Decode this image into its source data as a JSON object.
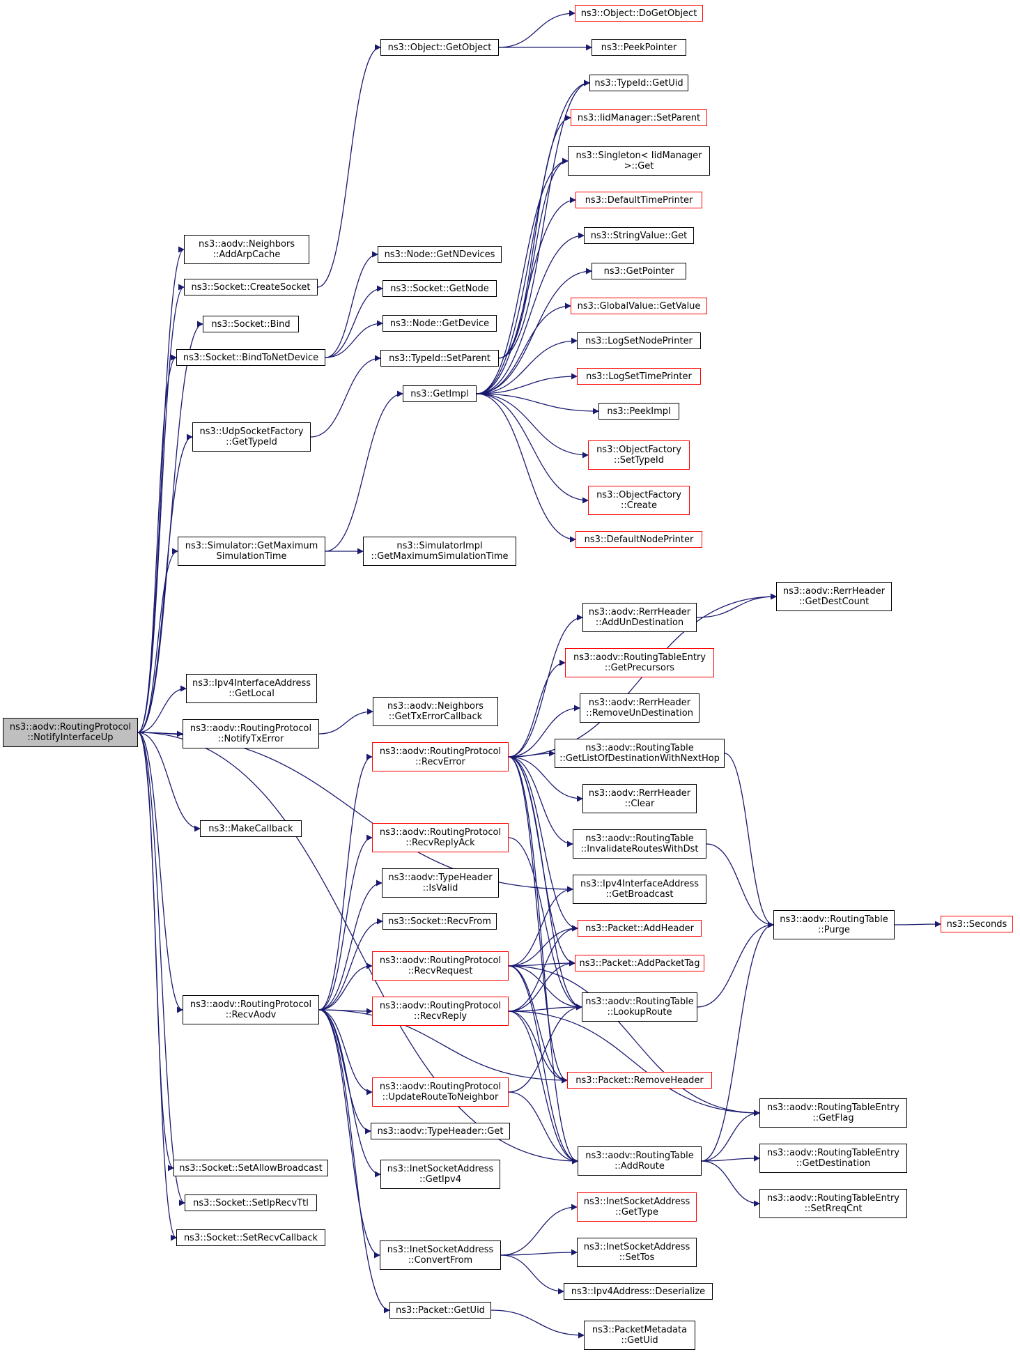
{
  "graph": {
    "colors": {
      "edge": "#191970",
      "default_border": "#000000",
      "truncated_border": "#ff0000",
      "root_fill": "#bfbfbf"
    },
    "nodes": [
      {
        "id": "root",
        "lines": [
          "ns3::aodv::RoutingProtocol",
          "::NotifyInterfaceUp"
        ],
        "style": "root"
      },
      {
        "id": "addarpcache",
        "lines": [
          "ns3::aodv::Neighbors",
          "::AddArpCache"
        ],
        "style": "black"
      },
      {
        "id": "createsocket",
        "lines": [
          "ns3::Socket::CreateSocket"
        ],
        "style": "black"
      },
      {
        "id": "bind",
        "lines": [
          "ns3::Socket::Bind"
        ],
        "style": "black"
      },
      {
        "id": "bindtonetdevice",
        "lines": [
          "ns3::Socket::BindToNetDevice"
        ],
        "style": "black"
      },
      {
        "id": "udpsocketfactory",
        "lines": [
          "ns3::UdpSocketFactory",
          "::GetTypeId"
        ],
        "style": "black"
      },
      {
        "id": "simgetmax",
        "lines": [
          "ns3::Simulator::GetMaximum",
          "SimulationTime"
        ],
        "style": "black"
      },
      {
        "id": "getlocal",
        "lines": [
          "ns3::Ipv4InterfaceAddress",
          "::GetLocal"
        ],
        "style": "black"
      },
      {
        "id": "notifytxerror",
        "lines": [
          "ns3::aodv::RoutingProtocol",
          "::NotifyTxError"
        ],
        "style": "black"
      },
      {
        "id": "makecallback",
        "lines": [
          "ns3::MakeCallback"
        ],
        "style": "black"
      },
      {
        "id": "recvaodv",
        "lines": [
          "ns3::aodv::RoutingProtocol",
          "::RecvAodv"
        ],
        "style": "black"
      },
      {
        "id": "setallowbroadcast",
        "lines": [
          "ns3::Socket::SetAllowBroadcast"
        ],
        "style": "black"
      },
      {
        "id": "setiprecvttl",
        "lines": [
          "ns3::Socket::SetIpRecvTtl"
        ],
        "style": "black"
      },
      {
        "id": "setrecvcallback",
        "lines": [
          "ns3::Socket::SetRecvCallback"
        ],
        "style": "black"
      },
      {
        "id": "objgetobject",
        "lines": [
          "ns3::Object::GetObject"
        ],
        "style": "black"
      },
      {
        "id": "dogetobject",
        "lines": [
          "ns3::Object::DoGetObject"
        ],
        "style": "red"
      },
      {
        "id": "peekpointer",
        "lines": [
          "ns3::PeekPointer"
        ],
        "style": "black"
      },
      {
        "id": "nodegetndevices",
        "lines": [
          "ns3::Node::GetNDevices"
        ],
        "style": "black"
      },
      {
        "id": "socketgetnode",
        "lines": [
          "ns3::Socket::GetNode"
        ],
        "style": "black"
      },
      {
        "id": "nodegetdevice",
        "lines": [
          "ns3::Node::GetDevice"
        ],
        "style": "black"
      },
      {
        "id": "typeidsetparent",
        "lines": [
          "ns3::TypeId::SetParent"
        ],
        "style": "black"
      },
      {
        "id": "getimpl",
        "lines": [
          "ns3::GetImpl"
        ],
        "style": "black"
      },
      {
        "id": "typeidgetuid",
        "lines": [
          "ns3::TypeId::GetUid"
        ],
        "style": "black"
      },
      {
        "id": "iidsetparent",
        "lines": [
          "ns3::IidManager::SetParent"
        ],
        "style": "red"
      },
      {
        "id": "singletonget",
        "lines": [
          "ns3::Singleton< IidManager",
          ">::Get"
        ],
        "style": "black"
      },
      {
        "id": "defaulttimeprinter",
        "lines": [
          "ns3::DefaultTimePrinter"
        ],
        "style": "red"
      },
      {
        "id": "stringvalueget",
        "lines": [
          "ns3::StringValue::Get"
        ],
        "style": "black"
      },
      {
        "id": "getpointer",
        "lines": [
          "ns3::GetPointer"
        ],
        "style": "black"
      },
      {
        "id": "globalvaluegetvalue",
        "lines": [
          "ns3::GlobalValue::GetValue"
        ],
        "style": "red"
      },
      {
        "id": "logsetnodeprinter",
        "lines": [
          "ns3::LogSetNodePrinter"
        ],
        "style": "black"
      },
      {
        "id": "logsettimeprinter",
        "lines": [
          "ns3::LogSetTimePrinter"
        ],
        "style": "red"
      },
      {
        "id": "peekimpl",
        "lines": [
          "ns3::PeekImpl"
        ],
        "style": "black"
      },
      {
        "id": "objfactsettypeid",
        "lines": [
          "ns3::ObjectFactory",
          "::SetTypeId"
        ],
        "style": "red"
      },
      {
        "id": "objfactcreate",
        "lines": [
          "ns3::ObjectFactory",
          "::Create"
        ],
        "style": "red"
      },
      {
        "id": "defaultnodeprinter",
        "lines": [
          "ns3::DefaultNodePrinter"
        ],
        "style": "red"
      },
      {
        "id": "simimplgetmax",
        "lines": [
          "ns3::SimulatorImpl",
          "::GetMaximumSimulationTime"
        ],
        "style": "black"
      },
      {
        "id": "neighborsgettxerrcb",
        "lines": [
          "ns3::aodv::Neighbors",
          "::GetTxErrorCallback"
        ],
        "style": "black"
      },
      {
        "id": "recverror",
        "lines": [
          "ns3::aodv::RoutingProtocol",
          "::RecvError"
        ],
        "style": "red"
      },
      {
        "id": "recvreplyack",
        "lines": [
          "ns3::aodv::RoutingProtocol",
          "::RecvReplyAck"
        ],
        "style": "red"
      },
      {
        "id": "typeheaderisvalid",
        "lines": [
          "ns3::aodv::TypeHeader",
          "::IsValid"
        ],
        "style": "black"
      },
      {
        "id": "socketrecvfrom",
        "lines": [
          "ns3::Socket::RecvFrom"
        ],
        "style": "black"
      },
      {
        "id": "recvrequest",
        "lines": [
          "ns3::aodv::RoutingProtocol",
          "::RecvRequest"
        ],
        "style": "red"
      },
      {
        "id": "recvreply",
        "lines": [
          "ns3::aodv::RoutingProtocol",
          "::RecvReply"
        ],
        "style": "red"
      },
      {
        "id": "updateroutetoneighbor",
        "lines": [
          "ns3::aodv::RoutingProtocol",
          "::UpdateRouteToNeighbor"
        ],
        "style": "red"
      },
      {
        "id": "typeheaderget",
        "lines": [
          "ns3::aodv::TypeHeader::Get"
        ],
        "style": "black"
      },
      {
        "id": "inetgetipv4",
        "lines": [
          "ns3::InetSocketAddress",
          "::GetIpv4"
        ],
        "style": "black"
      },
      {
        "id": "inetconvertfrom",
        "lines": [
          "ns3::InetSocketAddress",
          "::ConvertFrom"
        ],
        "style": "black"
      },
      {
        "id": "packetgetuid",
        "lines": [
          "ns3::Packet::GetUid"
        ],
        "style": "black"
      },
      {
        "id": "rerrgetdestcount",
        "lines": [
          "ns3::aodv::RerrHeader",
          "::GetDestCount"
        ],
        "style": "black"
      },
      {
        "id": "rerraddundest",
        "lines": [
          "ns3::aodv::RerrHeader",
          "::AddUnDestination"
        ],
        "style": "black"
      },
      {
        "id": "rtegetprecursors",
        "lines": [
          "ns3::aodv::RoutingTableEntry",
          "::GetPrecursors"
        ],
        "style": "red"
      },
      {
        "id": "rerrremoveundest",
        "lines": [
          "ns3::aodv::RerrHeader",
          "::RemoveUnDestination"
        ],
        "style": "black"
      },
      {
        "id": "rtgetlistofdest",
        "lines": [
          "ns3::aodv::RoutingTable",
          "::GetListOfDestinationWithNextHop"
        ],
        "style": "black"
      },
      {
        "id": "rerrclear",
        "lines": [
          "ns3::aodv::RerrHeader",
          "::Clear"
        ],
        "style": "black"
      },
      {
        "id": "rtinvalidateroutes",
        "lines": [
          "ns3::aodv::RoutingTable",
          "::InvalidateRoutesWithDst"
        ],
        "style": "black"
      },
      {
        "id": "ipv4ifgetbroadcast",
        "lines": [
          "ns3::Ipv4InterfaceAddress",
          "::GetBroadcast"
        ],
        "style": "black"
      },
      {
        "id": "packetaddheader",
        "lines": [
          "ns3::Packet::AddHeader"
        ],
        "style": "red"
      },
      {
        "id": "packetaddpackettag",
        "lines": [
          "ns3::Packet::AddPacketTag"
        ],
        "style": "red"
      },
      {
        "id": "rtlookuproute",
        "lines": [
          "ns3::aodv::RoutingTable",
          "::LookupRoute"
        ],
        "style": "black"
      },
      {
        "id": "packetremoveheader",
        "lines": [
          "ns3::Packet::RemoveHeader"
        ],
        "style": "red"
      },
      {
        "id": "rtaddroute",
        "lines": [
          "ns3::aodv::RoutingTable",
          "::AddRoute"
        ],
        "style": "black"
      },
      {
        "id": "inetgettype",
        "lines": [
          "ns3::InetSocketAddress",
          "::GetType"
        ],
        "style": "red"
      },
      {
        "id": "inetsettos",
        "lines": [
          "ns3::InetSocketAddress",
          "::SetTos"
        ],
        "style": "black"
      },
      {
        "id": "ipv4deserialize",
        "lines": [
          "ns3::Ipv4Address::Deserialize"
        ],
        "style": "black"
      },
      {
        "id": "packetmetagetuid",
        "lines": [
          "ns3::PacketMetadata",
          "::GetUid"
        ],
        "style": "black"
      },
      {
        "id": "rtpurge",
        "lines": [
          "ns3::aodv::RoutingTable",
          "::Purge"
        ],
        "style": "black"
      },
      {
        "id": "seconds",
        "lines": [
          "ns3::Seconds"
        ],
        "style": "red"
      },
      {
        "id": "rtegetflag",
        "lines": [
          "ns3::aodv::RoutingTableEntry",
          "::GetFlag"
        ],
        "style": "black"
      },
      {
        "id": "rtegetdestination",
        "lines": [
          "ns3::aodv::RoutingTableEntry",
          "::GetDestination"
        ],
        "style": "black"
      },
      {
        "id": "rtesetrreqcnt",
        "lines": [
          "ns3::aodv::RoutingTableEntry",
          "::SetRreqCnt"
        ],
        "style": "black"
      }
    ],
    "edges": [
      [
        "root",
        "addarpcache"
      ],
      [
        "root",
        "createsocket"
      ],
      [
        "root",
        "bind"
      ],
      [
        "root",
        "bindtonetdevice"
      ],
      [
        "root",
        "udpsocketfactory"
      ],
      [
        "root",
        "simgetmax"
      ],
      [
        "root",
        "getlocal"
      ],
      [
        "root",
        "notifytxerror"
      ],
      [
        "root",
        "makecallback"
      ],
      [
        "root",
        "recvaodv"
      ],
      [
        "root",
        "setallowbroadcast"
      ],
      [
        "root",
        "setiprecvttl"
      ],
      [
        "root",
        "setrecvcallback"
      ],
      [
        "root",
        "ipv4ifgetbroadcast"
      ],
      [
        "root",
        "rtaddroute"
      ],
      [
        "createsocket",
        "objgetobject"
      ],
      [
        "objgetobject",
        "dogetobject"
      ],
      [
        "objgetobject",
        "peekpointer"
      ],
      [
        "bindtonetdevice",
        "nodegetndevices"
      ],
      [
        "bindtonetdevice",
        "socketgetnode"
      ],
      [
        "bindtonetdevice",
        "nodegetdevice"
      ],
      [
        "udpsocketfactory",
        "typeidsetparent"
      ],
      [
        "typeidsetparent",
        "typeidgetuid"
      ],
      [
        "typeidsetparent",
        "iidsetparent"
      ],
      [
        "typeidsetparent",
        "singletonget"
      ],
      [
        "simgetmax",
        "getimpl"
      ],
      [
        "simgetmax",
        "simimplgetmax"
      ],
      [
        "getimpl",
        "defaulttimeprinter"
      ],
      [
        "getimpl",
        "stringvalueget"
      ],
      [
        "getimpl",
        "getpointer"
      ],
      [
        "getimpl",
        "globalvaluegetvalue"
      ],
      [
        "getimpl",
        "logsetnodeprinter"
      ],
      [
        "getimpl",
        "logsettimeprinter"
      ],
      [
        "getimpl",
        "peekimpl"
      ],
      [
        "getimpl",
        "objfactsettypeid"
      ],
      [
        "getimpl",
        "objfactcreate"
      ],
      [
        "getimpl",
        "defaultnodeprinter"
      ],
      [
        "getimpl",
        "typeidgetuid"
      ],
      [
        "getimpl",
        "singletonget"
      ],
      [
        "notifytxerror",
        "neighborsgettxerrcb"
      ],
      [
        "recvaodv",
        "recverror"
      ],
      [
        "recvaodv",
        "recvreplyack"
      ],
      [
        "recvaodv",
        "typeheaderisvalid"
      ],
      [
        "recvaodv",
        "socketrecvfrom"
      ],
      [
        "recvaodv",
        "recvrequest"
      ],
      [
        "recvaodv",
        "recvreply"
      ],
      [
        "recvaodv",
        "updateroutetoneighbor"
      ],
      [
        "recvaodv",
        "typeheaderget"
      ],
      [
        "recvaodv",
        "inetgetipv4"
      ],
      [
        "recvaodv",
        "inetconvertfrom"
      ],
      [
        "recvaodv",
        "packetgetuid"
      ],
      [
        "recvaodv",
        "packetremoveheader"
      ],
      [
        "recverror",
        "rerrgetdestcount"
      ],
      [
        "recverror",
        "rerraddundest"
      ],
      [
        "recverror",
        "rtegetprecursors"
      ],
      [
        "recverror",
        "rerrremoveundest"
      ],
      [
        "recverror",
        "rtgetlistofdest"
      ],
      [
        "recverror",
        "rerrclear"
      ],
      [
        "recverror",
        "rtinvalidateroutes"
      ],
      [
        "recverror",
        "packetaddheader"
      ],
      [
        "recverror",
        "packetaddpackettag"
      ],
      [
        "recverror",
        "rtlookuproute"
      ],
      [
        "recverror",
        "packetremoveheader"
      ],
      [
        "recverror",
        "rtaddroute"
      ],
      [
        "rerraddundest",
        "rerrgetdestcount"
      ],
      [
        "recvreplyack",
        "rtlookuproute"
      ],
      [
        "recvrequest",
        "ipv4ifgetbroadcast"
      ],
      [
        "recvrequest",
        "packetaddheader"
      ],
      [
        "recvrequest",
        "packetaddpackettag"
      ],
      [
        "recvrequest",
        "rtlookuproute"
      ],
      [
        "recvrequest",
        "packetremoveheader"
      ],
      [
        "recvrequest",
        "rtaddroute"
      ],
      [
        "recvrequest",
        "rtegetflag"
      ],
      [
        "recvreply",
        "packetaddheader"
      ],
      [
        "recvreply",
        "packetaddpackettag"
      ],
      [
        "recvreply",
        "rtlookuproute"
      ],
      [
        "recvreply",
        "packetremoveheader"
      ],
      [
        "recvreply",
        "rtaddroute"
      ],
      [
        "recvreply",
        "rtegetflag"
      ],
      [
        "updateroutetoneighbor",
        "rtlookuproute"
      ],
      [
        "updateroutetoneighbor",
        "rtaddroute"
      ],
      [
        "rtgetlistofdest",
        "rtpurge"
      ],
      [
        "rtinvalidateroutes",
        "rtpurge"
      ],
      [
        "rtlookuproute",
        "rtpurge"
      ],
      [
        "rtaddroute",
        "rtpurge"
      ],
      [
        "rtpurge",
        "seconds"
      ],
      [
        "rtaddroute",
        "rtegetflag"
      ],
      [
        "rtaddroute",
        "rtegetdestination"
      ],
      [
        "rtaddroute",
        "rtesetrreqcnt"
      ],
      [
        "inetconvertfrom",
        "inetgettype"
      ],
      [
        "inetconvertfrom",
        "inetsettos"
      ],
      [
        "inetconvertfrom",
        "ipv4deserialize"
      ],
      [
        "packetgetuid",
        "packetmetagetuid"
      ]
    ]
  }
}
